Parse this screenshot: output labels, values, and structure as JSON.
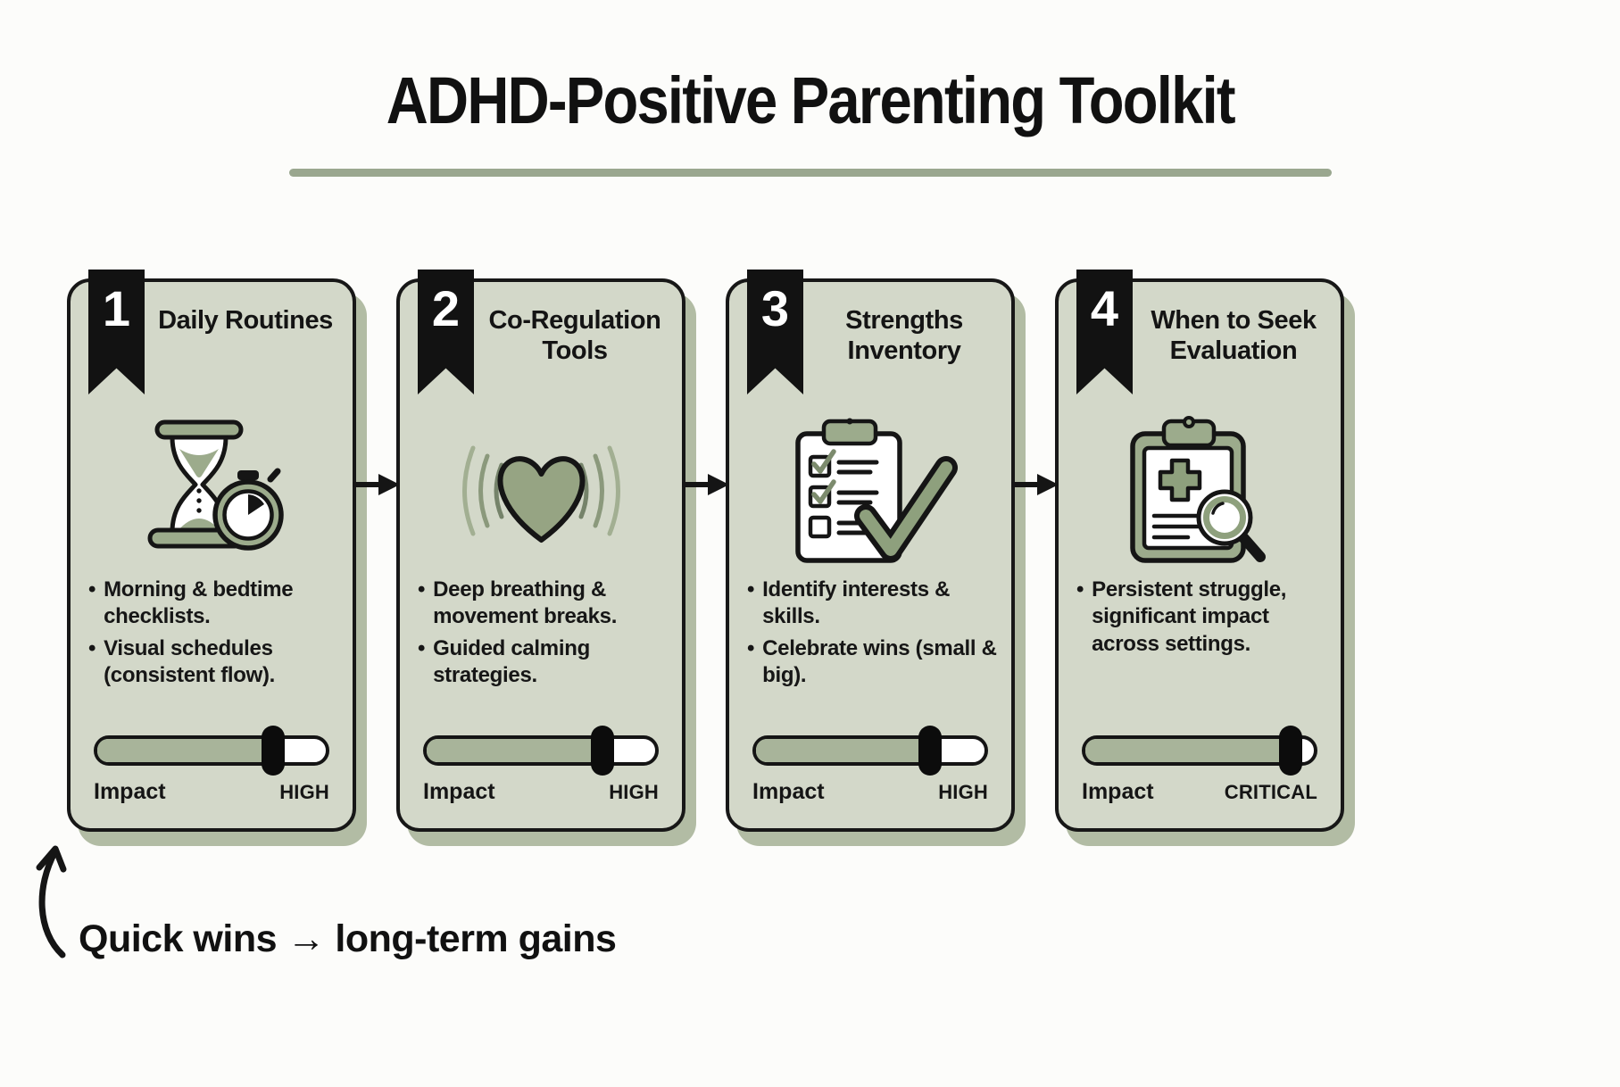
{
  "title": "ADHD-Positive Parenting Toolkit",
  "cards": [
    {
      "number": "1",
      "title": "Daily Routines",
      "icon": "hourglass-stopwatch-icon",
      "bullets": [
        "Morning & bedtime checklists.",
        "Visual schedules (consistent flow)."
      ],
      "impact": {
        "label": "Impact",
        "level": "HIGH",
        "percent": 77
      }
    },
    {
      "number": "2",
      "title": "Co-Regulation Tools",
      "icon": "heart-waves-icon",
      "bullets": [
        "Deep breathing & movement breaks.",
        "Guided calming strategies."
      ],
      "impact": {
        "label": "Impact",
        "level": "HIGH",
        "percent": 77
      }
    },
    {
      "number": "3",
      "title": "Strengths Inventory",
      "icon": "checklist-checkmark-icon",
      "bullets": [
        "Identify interests & skills.",
        "Celebrate wins (small & big)."
      ],
      "impact": {
        "label": "Impact",
        "level": "HIGH",
        "percent": 76
      }
    },
    {
      "number": "4",
      "title": "When to Seek Evaluation",
      "icon": "medical-clipboard-magnifier-icon",
      "bullets": [
        "Persistent struggle, significant impact across settings."
      ],
      "impact": {
        "label": "Impact",
        "level": "CRITICAL",
        "percent": 90
      }
    }
  ],
  "flow_arrow_icon": "right-arrow-icon",
  "footer": {
    "note": "Quick wins → long-term gains",
    "arrow_icon": "curved-up-arrow-icon"
  },
  "colors": {
    "card_bg": "#d3d8c9",
    "card_shadow": "#b2bca4",
    "ink": "#151515",
    "accent_green": "#9cab8c",
    "slider_fill": "#a8b49a",
    "underline": "#9aa78f"
  }
}
